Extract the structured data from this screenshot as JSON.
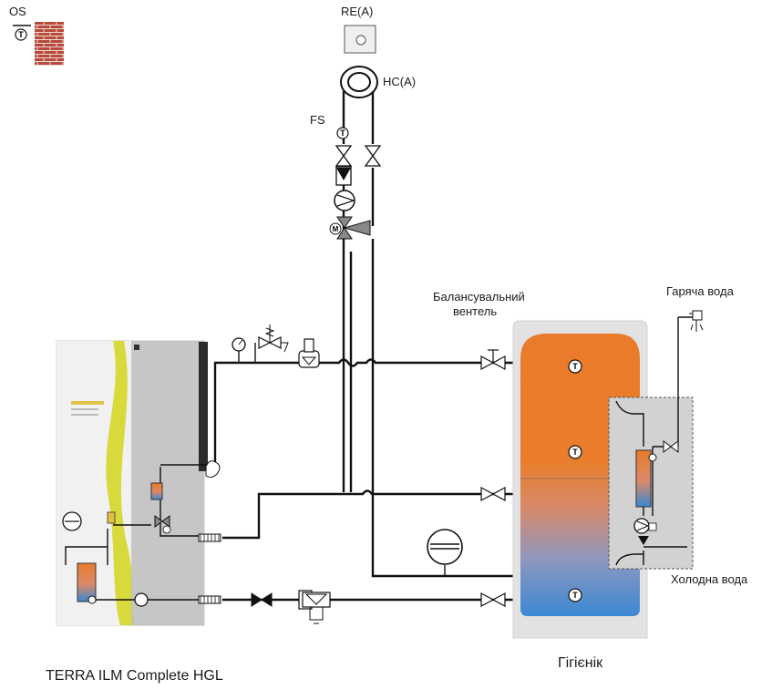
{
  "labels": {
    "os": "OS",
    "re": "RE(A)",
    "hc": "HC(A)",
    "fs": "FS",
    "balancing_valve_line1": "Балансувальний",
    "balancing_valve_line2": "вентель",
    "hot_water": "Гаряча вода",
    "cold_water": "Холодна вода",
    "heat_pump": "TERRA ILM Complete HGL",
    "tank": "Гігієнік",
    "temp_sensor": "T",
    "motor": "M"
  },
  "icons": {
    "outdoor_sensor": "brick-wall-icon",
    "room_unit": "room-unit-icon",
    "heating_circuit": "radiator-circuit-icon",
    "tap": "shower-tap-icon"
  },
  "colors": {
    "hot": "#e97b2a",
    "cold": "#3b88d2",
    "brick": "#b74a3a",
    "sensor_yellow": "#d8d93a",
    "casing": "#dcdcdc",
    "module": "#c2c2c2"
  }
}
